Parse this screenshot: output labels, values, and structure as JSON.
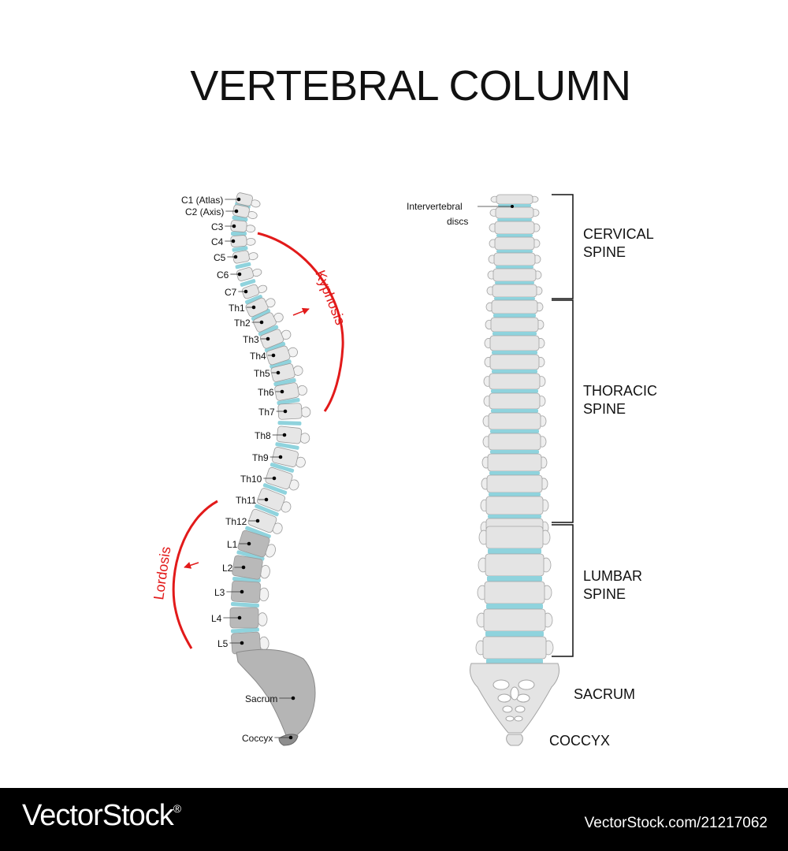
{
  "title": "VERTEBRAL COLUMN",
  "left_spine": {
    "labels": [
      "C1 (Atlas)",
      "C2 (Axis)",
      "C3",
      "C4",
      "C5",
      "C6",
      "C7",
      "Th1",
      "Th2",
      "Th3",
      "Th4",
      "Th5",
      "Th6",
      "Th7",
      "Th8",
      "Th9",
      "Th10",
      "Th11",
      "Th12",
      "L1",
      "L2",
      "L3",
      "L4",
      "L5",
      "Sacrum",
      "Coccyx"
    ],
    "kyphosis": "Kyphosis",
    "lordosis": "Lordosis"
  },
  "right_spine": {
    "disc_label_line1": "Intervertebral",
    "disc_label_line2": "discs",
    "regions": [
      {
        "line1": "CERVICAL",
        "line2": "SPINE"
      },
      {
        "line1": "THORACIC",
        "line2": "SPINE"
      },
      {
        "line1": "LUMBAR",
        "line2": "SPINE"
      }
    ],
    "sacrum": "SACRUM",
    "coccyx": "COCCYX"
  },
  "colors": {
    "bone": "#e6e6e6",
    "bone_outline": "#9a9a9a",
    "disc": "#8fd3dd",
    "lumbar_bone": "#b9b9b9",
    "curve": "#e21a1a"
  },
  "footer": {
    "brand": "VectorStock",
    "registered": "®",
    "id": "VectorStock.com/21217062"
  }
}
